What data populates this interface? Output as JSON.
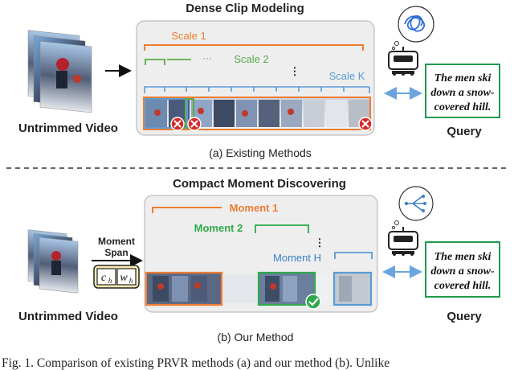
{
  "panel_a": {
    "title": "Dense Clip Modeling",
    "caption": "(a) Existing Methods",
    "video_label": "Untrimmed Video",
    "query_label": "Query",
    "query_lines": [
      "The men ski",
      "down a snow-",
      "covered hill."
    ],
    "scales": [
      "Scale 1",
      "Scale  2",
      "Scale K"
    ],
    "ellipsis_h": "···",
    "ellipsis_v": "⋮"
  },
  "panel_b": {
    "title": "Compact Moment Discovering",
    "caption": "(b) Our Method",
    "video_label": "Untrimmed Video",
    "query_label": "Query",
    "query_lines": [
      "The men ski",
      "down a snow-",
      "covered hill."
    ],
    "moment_span_lines": [
      "Moment",
      "Span"
    ],
    "span_c": "c",
    "span_c_sub": "h",
    "span_w": "w",
    "span_w_sub": "h",
    "moments": [
      "Moment 1",
      "Moment 2",
      "Moment H"
    ],
    "ellipsis_v": "⋮"
  },
  "figure_caption": "Fig. 1.  Comparison of existing PRVR methods (a) and our method (b). Unlike",
  "colors": {
    "orange": "#ee7d31",
    "green": "#5aab47",
    "blue": "#5b9bd5",
    "panel_bg": "#eeeeee",
    "panel_border": "#bdbdbd",
    "query_border": "#1e9a4b",
    "arrow_blue": "#7fb2e5",
    "red": "#d52b2b"
  }
}
